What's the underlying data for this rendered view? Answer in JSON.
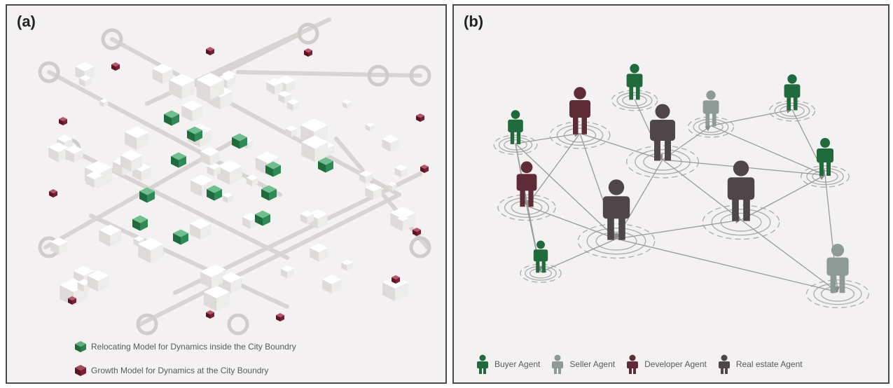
{
  "panel_a": {
    "label": "(a)",
    "legend": [
      {
        "text": "Relocating Model for Dynamics inside the City Boundry",
        "color": "#2e7d4f"
      },
      {
        "text": "Growth Model for Dynamics at the City Boundry",
        "color": "#7a1f33"
      }
    ]
  },
  "panel_b": {
    "label": "(b)",
    "legend": [
      {
        "text": "Buyer Agent",
        "color": "#1f6b3b"
      },
      {
        "text": "Seller Agent",
        "color": "#8d9a96"
      },
      {
        "text": "Developer Agent",
        "color": "#5e2b37"
      },
      {
        "text": "Real estate Agent",
        "color": "#4e4649"
      }
    ]
  }
}
